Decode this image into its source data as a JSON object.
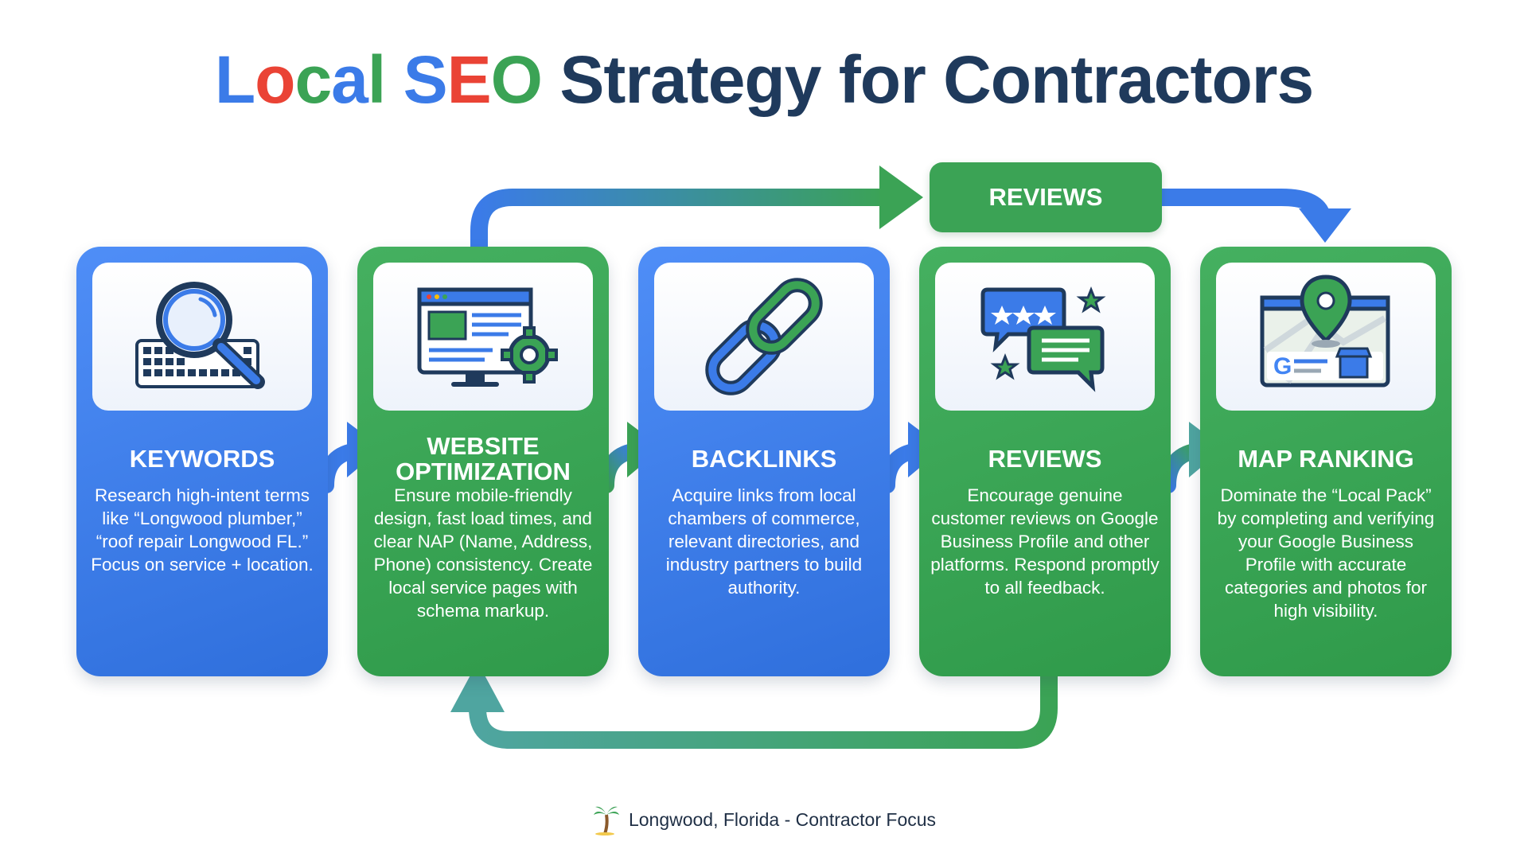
{
  "title": {
    "word1": "Local",
    "word2": "SEO",
    "rest": "Strategy for Contractors"
  },
  "colors": {
    "blue": "#3b7be8",
    "green": "#3ba355",
    "red": "#ea4335",
    "dark_navy": "#1f3a5c"
  },
  "reviews_pill": "REVIEWS",
  "cards": [
    {
      "title": "KEYWORDS",
      "color": "blue",
      "icon": "magnifier-keyboard-icon",
      "text": "Research high-intent terms like “Longwood plumber,” “roof repair Longwood FL.” Focus on service + location."
    },
    {
      "title": "WEBSITE OPTIMIZATION",
      "color": "green",
      "icon": "browser-gear-icon",
      "text": "Ensure mobile-friendly design, fast load times, and clear NAP (Name, Address, Phone) consistency. Create local service pages with schema markup."
    },
    {
      "title": "BACKLINKS",
      "color": "blue",
      "icon": "chain-link-icon",
      "text": "Acquire links from local chambers of commerce, relevant directories, and industry partners to build authority."
    },
    {
      "title": "REVIEWS",
      "color": "green",
      "icon": "chat-stars-icon",
      "text": "Encourage genuine customer reviews on Google Business Profile and other platforms. Respond promptly to all feedback."
    },
    {
      "title": "MAP RANKING",
      "color": "green",
      "icon": "map-pin-google-icon",
      "text": "Dominate the “Local Pack” by completing and verifying your Google Business Profile with accurate categories and photos for high visibility."
    }
  ],
  "footer": {
    "icon": "palm-tree-icon",
    "text": "Longwood, Florida - Contractor Focus"
  }
}
